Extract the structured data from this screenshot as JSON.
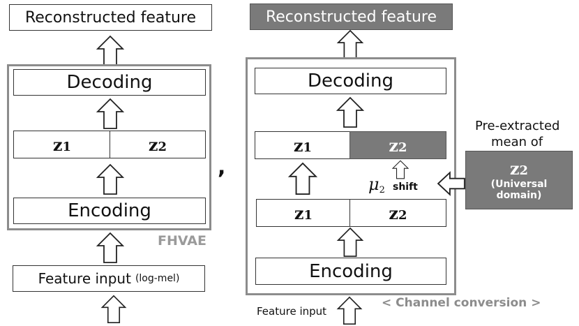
{
  "left": {
    "output_label": "Reconstructed feature",
    "decoding_label": "Decoding",
    "latent": [
      "z",
      "1",
      "z",
      "2"
    ],
    "encoding_label": "Encoding",
    "model_label": "FHVAE",
    "input_label": "Feature input",
    "input_note": "(log-mel)"
  },
  "separator": ",",
  "right": {
    "output_label": "Reconstructed feature",
    "decoding_label": "Decoding",
    "top_latent": [
      "z",
      "1",
      "z",
      "2"
    ],
    "shift_symbol": "μ",
    "shift_sub": "2",
    "shift_label": "shift",
    "bottom_latent": [
      "z",
      "1",
      "z",
      "2"
    ],
    "encoding_label": "Encoding",
    "input_label": "Feature input",
    "caption": "< Channel conversion >",
    "premean_title_1": "Pre-extracted",
    "premean_title_2": "mean of",
    "premean_z": [
      "z",
      "2"
    ],
    "premean_desc_1": "(Universal",
    "premean_desc_2": "domain)"
  },
  "colors": {
    "frame": "#8c8c8c",
    "dark_box": "#7a7a7a",
    "caption": "#8c8c8c"
  }
}
